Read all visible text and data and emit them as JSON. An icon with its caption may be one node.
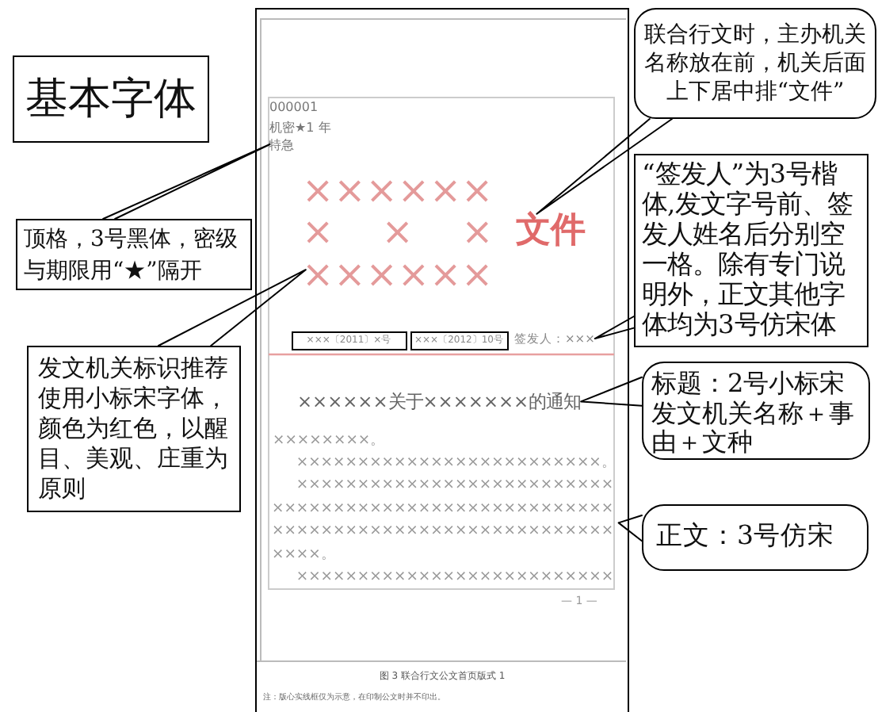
{
  "diagram": {
    "nodes": [
      {
        "text": [
          "基本字体"
        ]
      },
      {
        "text": [
          "联合行文时，主办机关名称放在前，机关后面上下居中排“文件”"
        ]
      },
      {
        "text": [
          "顶格，3号黑体，密级与期限用“★”隔开"
        ]
      },
      {
        "text": [
          "“签发人”为3号楷体,发文字号前、签发人姓名后分别空一格。除有专门说明外，正文其他字体均为3号仿宋体"
        ]
      },
      {
        "text": [
          "发文机关标识推荐使用小标宋字体，颜色为红色，以醒目、美观、庄重为原则"
        ]
      },
      {
        "text": [
          "标题：2号小标宋发文机关名称＋事由＋文种"
        ]
      },
      {
        "text": [
          "正文：3号仿宋"
        ]
      },
      {
        "text": [],
        "shape": "box"
      },
      {
        "text": [
          "特急"
        ],
        "in": 7
      },
      {
        "text": [
          "××××××",
          "×××",
          "××××××"
        ],
        "in": 7
      },
      {
        "text": [
          "文件"
        ],
        "in": 7
      },
      {
        "text": [
          "×××〔2011〕×号"
        ],
        "in": 7
      },
      {
        "text": [
          "×××〔2012〕10号"
        ],
        "in": 7
      },
      {
        "text": [
          "签发人：×××"
        ],
        "in": 7
      },
      {
        "text": [
          "××××××关于×××××××的通知"
        ],
        "in": 7
      },
      {
        "text": [
          "×××××××××××××××××××××××××。",
          "××××××××××××××××××××××××××××××××××××××××××××××××××××××××××××××××××××××××××××××××××××××。",
          "××××××××××××××××××××××××××"
        ],
        "in": 7
      }
    ],
    "edges": [
      {
        "from": 1,
        "to": 10,
        "arrow": "none"
      },
      {
        "from": 2,
        "to": 8,
        "arrow": "none"
      },
      {
        "from": 3,
        "to": 13,
        "arrow": "none"
      },
      {
        "from": 4,
        "to": 9,
        "arrow": "none"
      },
      {
        "from": 5,
        "to": 14,
        "arrow": "none"
      },
      {
        "from": 6,
        "to": 15,
        "arrow": "none"
      }
    ],
    "labels": [
      "000001",
      "机密★1 年",
      "××××××××。",
      "— 1 —",
      "图 3 联合行文公文首页版式 1",
      "注：版心实线框仅为示意，在印制公文时并不印出。"
    ]
  }
}
